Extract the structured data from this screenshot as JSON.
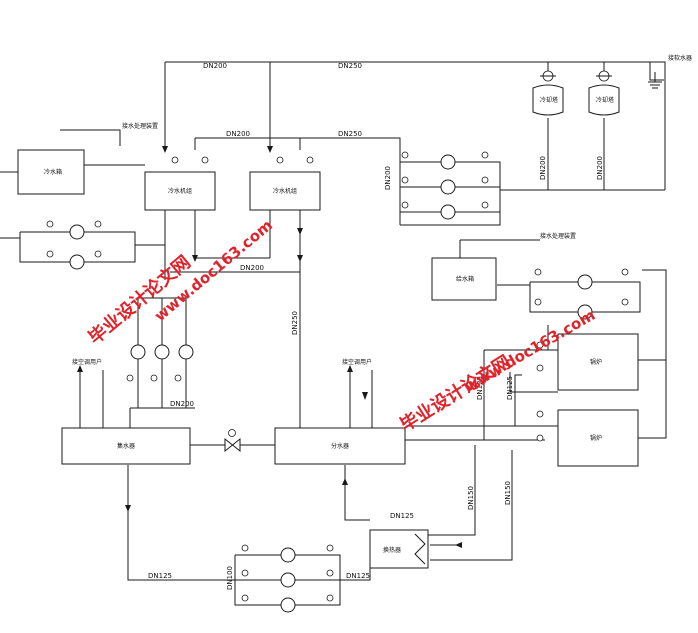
{
  "labels": {
    "cold_water_tank": "冷水箱",
    "chiller_1": "冷水机组",
    "chiller_2": "冷水机组",
    "cooling_tower_1": "冷却塔",
    "cooling_tower_2": "冷却塔",
    "supply_tank_right": "给水箱",
    "boiler_1": "锅炉",
    "boiler_2": "锅炉",
    "collector": "集水器",
    "distributor": "分水器",
    "heat_exchanger": "换热器",
    "tank_note_left": "接水处理装置",
    "tank_note_right": "接水处理装置",
    "user_note_left": "接空调用户",
    "user_note_right": "接空调用户",
    "top_right_note": "接软水器"
  },
  "pipe_sizes": {
    "top_left": "DN200",
    "top_right": "DN250",
    "mid_left": "DN200",
    "mid_right": "DN250",
    "tower_left": "DN200",
    "tower_right": "DN200",
    "right_vert": "DN200",
    "chiller_out": "DN200",
    "vert_main": "DN250",
    "collector_pumps": "DN200",
    "boiler_a": "DN125",
    "boiler_b": "DN125",
    "hx_in": "DN125",
    "hx_v1": "DN150",
    "hx_v2": "DN150",
    "bottom_left": "DN125",
    "bottom_mid": "DN100",
    "bottom_right": "DN125"
  },
  "watermark": {
    "cn": "毕业设计论文网",
    "url": "www.doc163.com"
  },
  "colors": {
    "line": "#1a1a1a",
    "watermark": "#e0232a"
  }
}
